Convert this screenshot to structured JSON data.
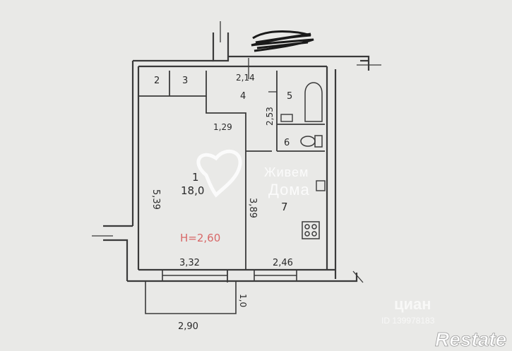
{
  "plan": {
    "ceiling_height": "H=2,60",
    "rooms": [
      {
        "number": "1",
        "area": "18,0"
      },
      {
        "number": "2"
      },
      {
        "number": "3"
      },
      {
        "number": "4"
      },
      {
        "number": "5"
      },
      {
        "number": "6"
      },
      {
        "number": "7"
      }
    ],
    "dimensions": [
      "2,14",
      "2,53",
      "1,29",
      "5,39",
      "3,89",
      "3,32",
      "2,46",
      "2,90",
      "1,0"
    ]
  },
  "watermarks": {
    "agency_line1": "Живем",
    "agency_line2": "Дома",
    "cian_brand": "циан",
    "cian_id": "ID 139978183",
    "restate_brand": "Restate"
  },
  "colors": {
    "paper": "#e9e9e7",
    "wall_ink": "#3a3a3a",
    "stamp_ink": "#d86868",
    "scribble": "#1a1a1a"
  }
}
